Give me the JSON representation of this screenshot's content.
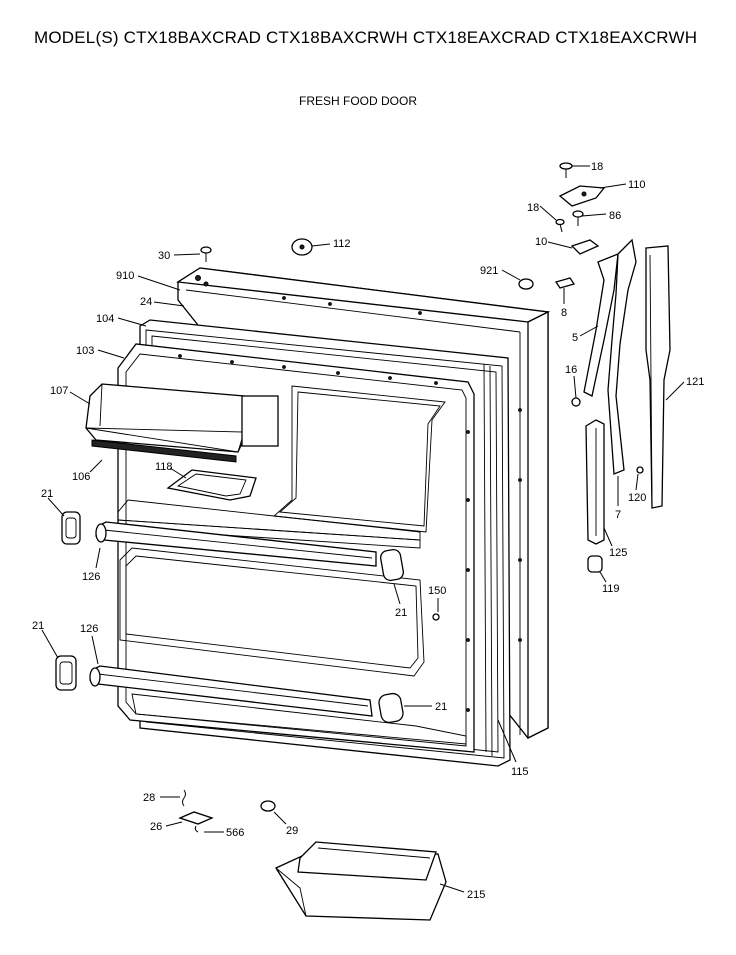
{
  "header": {
    "models": "MODEL(S) CTX18BAXCRAD  CTX18BAXCRWH  CTX18EAXCRAD  CTX18EAXCRWH",
    "section": "FRESH FOOD DOOR"
  },
  "parts": {
    "p18a": "18",
    "p110": "110",
    "p18b": "18",
    "p86": "86",
    "p10": "10",
    "p30": "30",
    "p112": "112",
    "p921": "921",
    "p910": "910",
    "p24": "24",
    "p8": "8",
    "p104": "104",
    "p5": "5",
    "p103": "103",
    "p16": "16",
    "p121": "121",
    "p107": "107",
    "p106": "106",
    "p118": "118",
    "p120": "120",
    "p7": "7",
    "p21a": "21",
    "p125": "125",
    "p126a": "126",
    "p119": "119",
    "p21b": "21",
    "p150": "150",
    "p21c": "21",
    "p126b": "126",
    "p21d": "21",
    "p115": "115",
    "p28": "28",
    "p26": "26",
    "p566": "566",
    "p29": "29",
    "p215": "215"
  }
}
